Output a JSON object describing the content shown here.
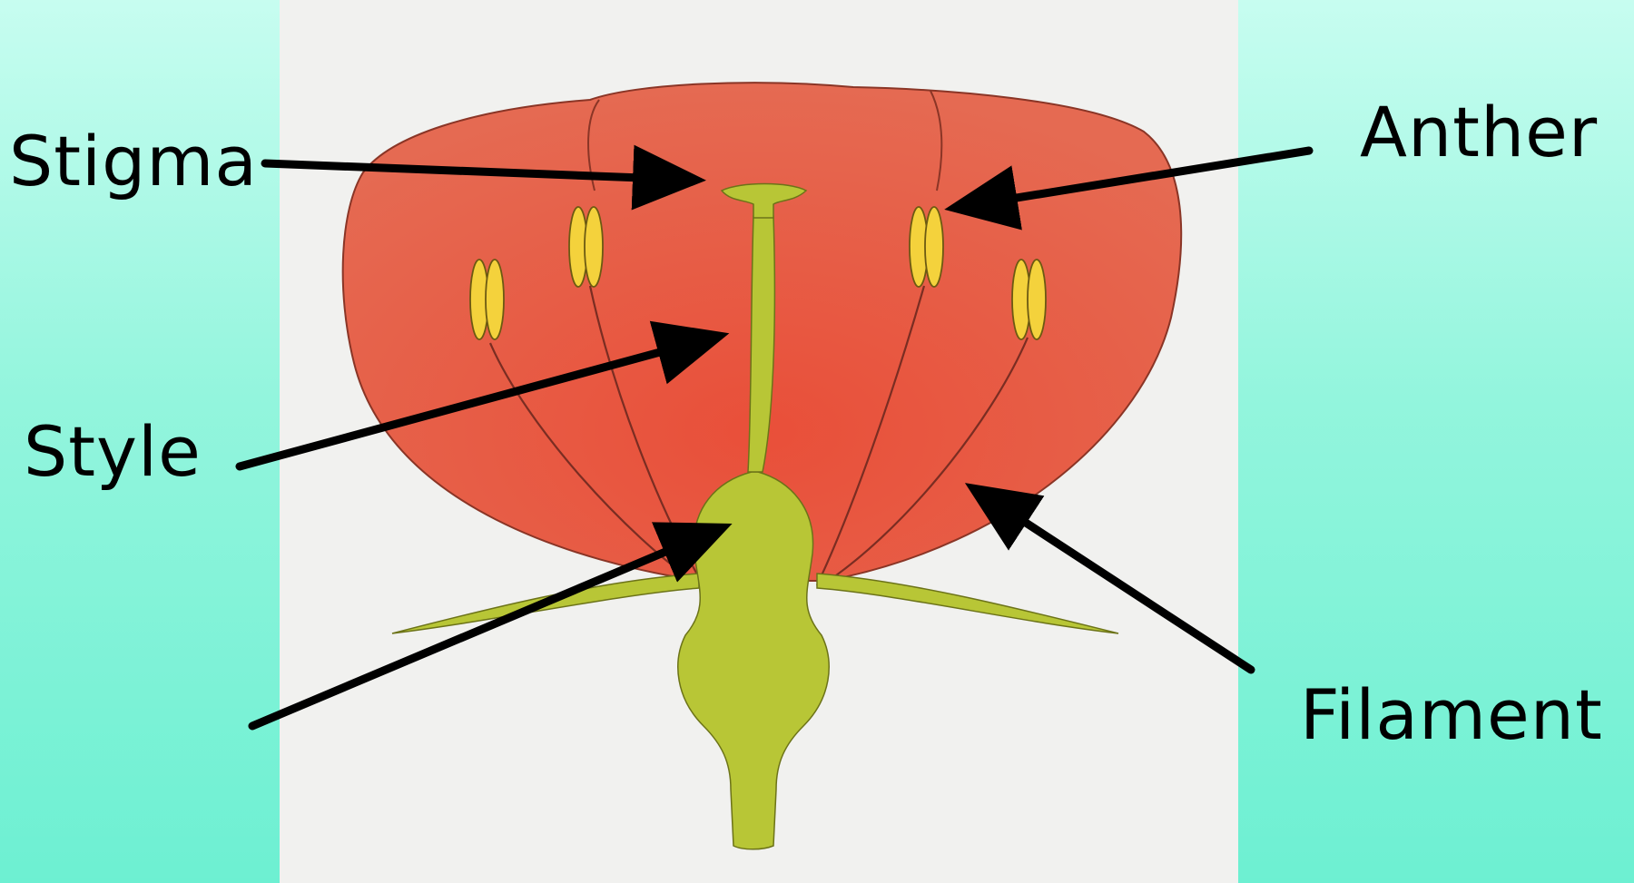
{
  "labels": {
    "stigma": "Stigma",
    "anther": "Anther",
    "style": "Style",
    "filament": "Filament"
  },
  "colors": {
    "background": "#8ff5dc",
    "panel": "#f1f1ef",
    "petal": "#e9624a",
    "petal_outline": "#9a3a2a",
    "pistil": "#b8c636",
    "anther": "#f4d23c",
    "arrow": "#000000"
  }
}
